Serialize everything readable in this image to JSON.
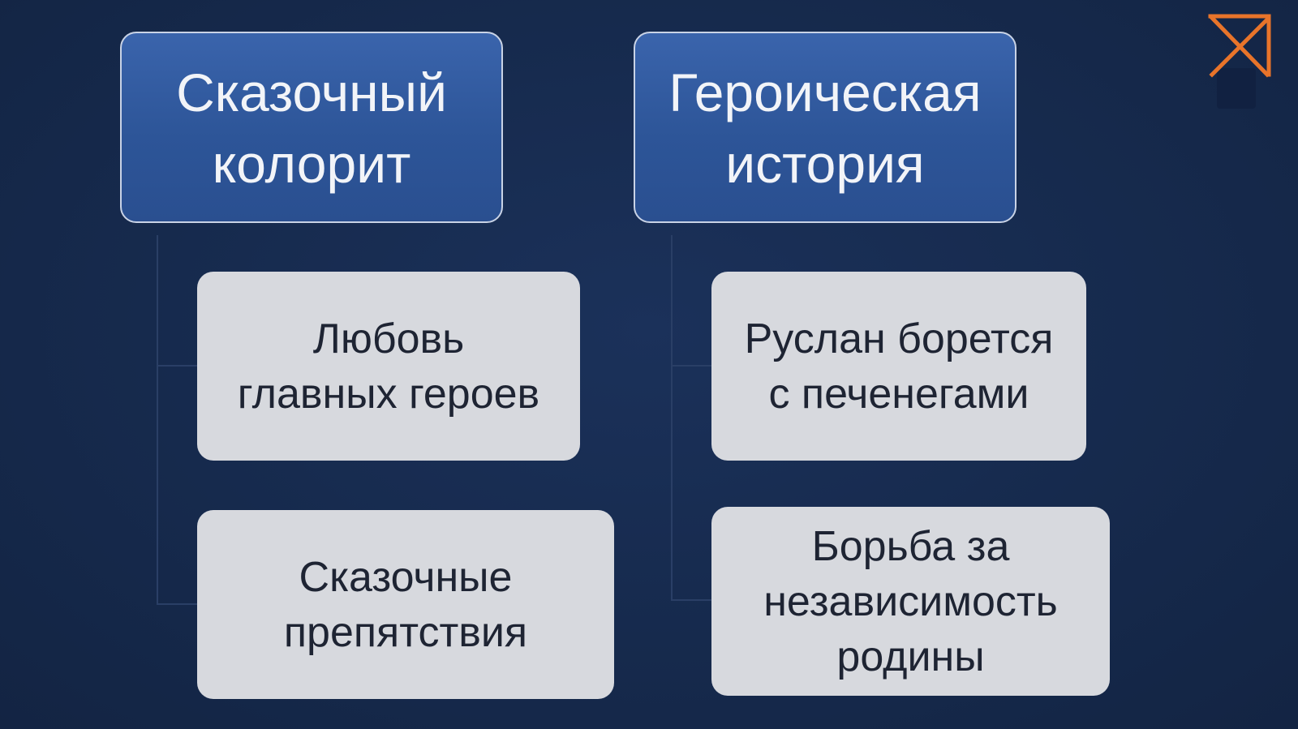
{
  "diagram": {
    "columns": [
      {
        "heading": "Сказочный\nколорит",
        "items": [
          "Любовь\nглавных героев",
          "Сказочные\nпрепятствия"
        ]
      },
      {
        "heading": "Героическая\nистория",
        "items": [
          "Руслан борется\nс печенегами",
          "Борьба за\nнезависимость\nродины"
        ]
      }
    ]
  },
  "colors": {
    "background": "#162a4d",
    "heading_box": "#2d5598",
    "item_box": "#d7d9de",
    "logo_accent": "#e8742a"
  },
  "logo": {
    "icon": "crossed-square-logo-icon"
  }
}
